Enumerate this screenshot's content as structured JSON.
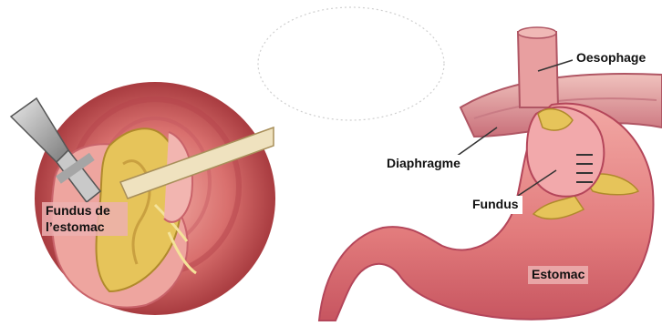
{
  "labels": {
    "left_fundus_line1": "Fundus de",
    "left_fundus_line2": "l’estomac",
    "oesophage": "Oesophage",
    "diaphragme": "Diaphragme",
    "fundus": "Fundus",
    "estomac": "Estomac"
  }
}
